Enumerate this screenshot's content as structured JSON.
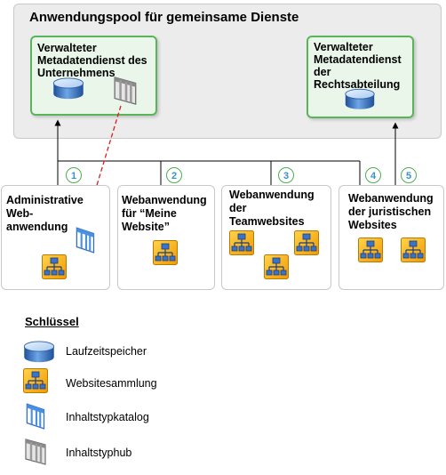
{
  "pool": {
    "title": "Anwendungspool für gemeinsame Dienste"
  },
  "services": [
    {
      "title": "Verwalteter\nMetadatendienst des\nUnternehmens"
    },
    {
      "title": "Verwalteter\nMetadatendienst\nder\nRechtsabteilung"
    }
  ],
  "web_apps": [
    {
      "number": "1",
      "title": "Administrative\nWeb-\nanwendung"
    },
    {
      "number": "2",
      "title": "Webanwendung\nfür “Meine\nWebsite”"
    },
    {
      "number": "3",
      "title": "Webanwendung\nder\nTeamwebsites"
    },
    {
      "number": "4",
      "title": "Webanwendung\nder juristischen\nWebsites"
    },
    {
      "number": "5",
      "title": ""
    }
  ],
  "legend": {
    "title": "Schlüssel",
    "items": [
      {
        "label": "Laufzeitspeicher",
        "icon": "database-icon"
      },
      {
        "label": "Websitesammlung",
        "icon": "site-collection-icon"
      },
      {
        "label": "Inhaltstypkatalog",
        "icon": "content-type-gallery-icon"
      },
      {
        "label": "Inhaltstyphub",
        "icon": "content-type-hub-icon"
      }
    ]
  },
  "colors": {
    "service_border": "#5ab55a",
    "service_fill": "#eaf6ea",
    "pool_fill": "#ececec",
    "connector_dashed": "#e01b1b",
    "number_text": "#3a8fd0",
    "site_icon_bg": "#f5b400",
    "database_blue": "#3f7fc6"
  }
}
